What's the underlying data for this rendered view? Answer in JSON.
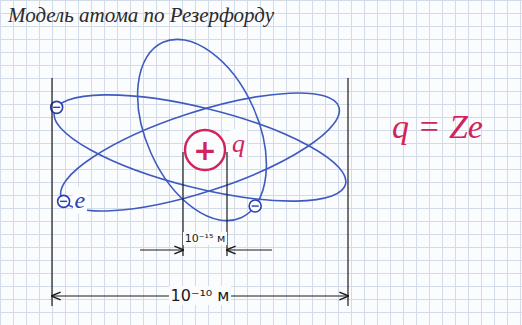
{
  "diagram": {
    "title": "Модель атома по Резерфорду",
    "nodes": [
      {
        "text": [
          "+",
          "q"
        ]
      }
    ],
    "labels": [
      "q = Ze",
      "e",
      "10⁻¹⁵ м",
      "10⁻¹⁰ м"
    ]
  }
}
